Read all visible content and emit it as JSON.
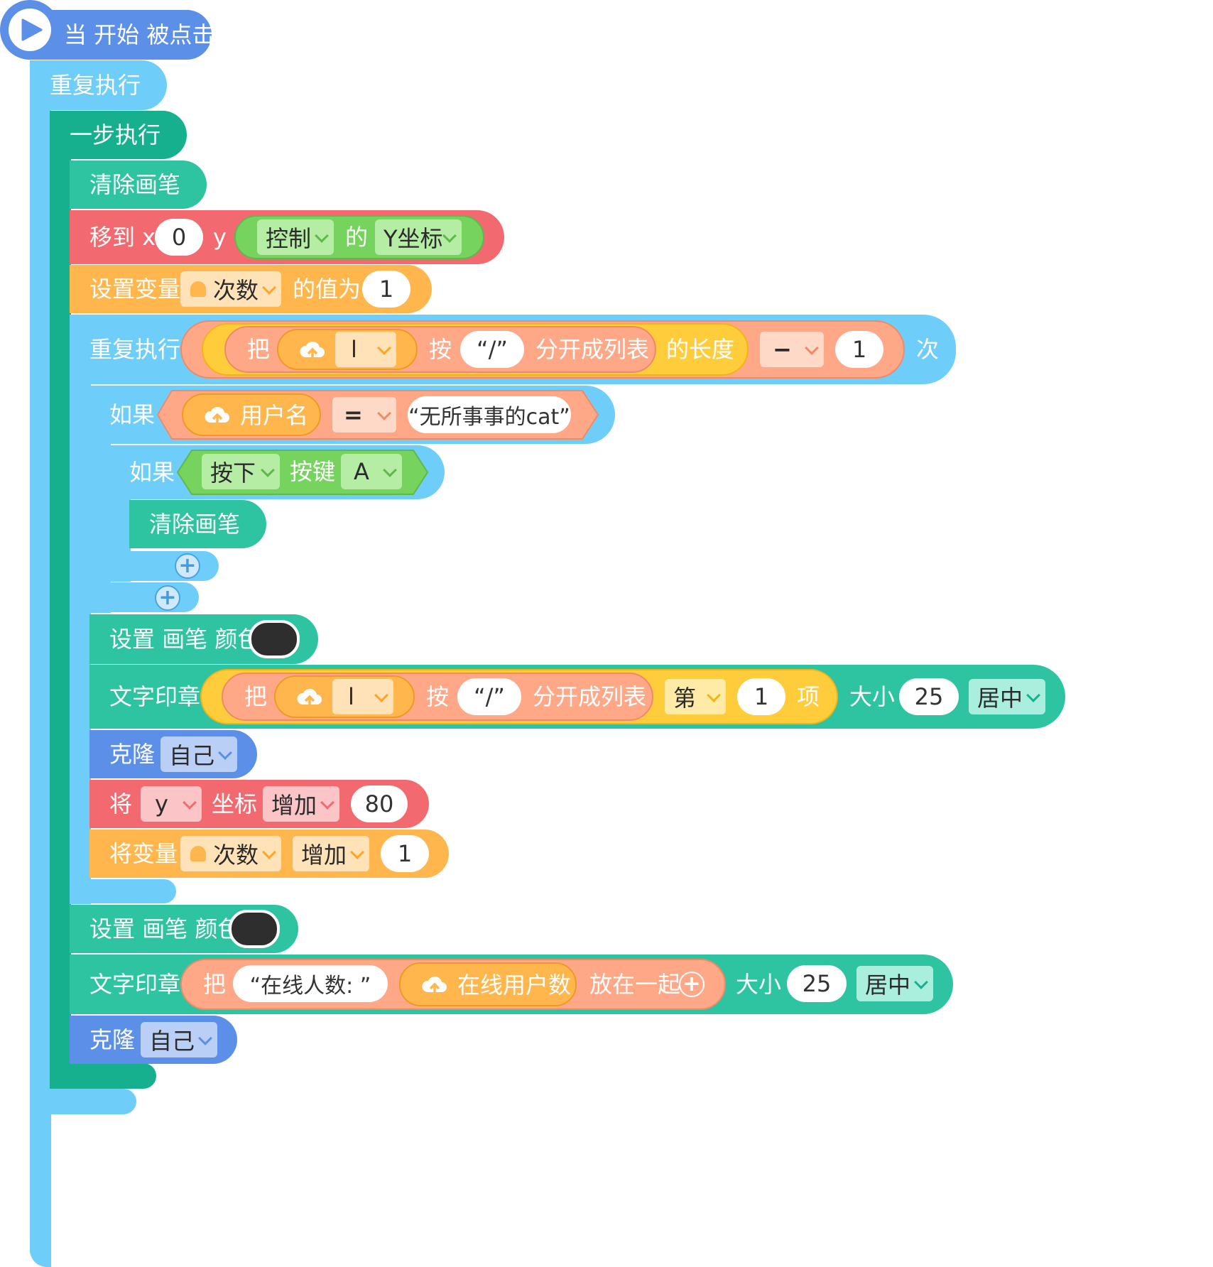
{
  "colors": {
    "event": "#5c8fe8",
    "loop": "#6fcdf9",
    "step": "#17b08f",
    "pen": "#2ec4a2",
    "motion": "#f26a6f",
    "data": "#ffb74d",
    "sensing_ctrl": "#76d35e",
    "ops": "#ffa888",
    "ops_yellow": "#ffcd3c"
  },
  "start": {
    "label": "当 开始 被点击",
    "icon": "play-icon"
  },
  "repeat_forever": {
    "label": "重复执行"
  },
  "step_exec": {
    "label": "一步执行"
  },
  "clear_pen_1": {
    "label": "清除画笔"
  },
  "move_to": {
    "label": "移到 x",
    "x": "0",
    "y_label": "y",
    "obj": "控制",
    "of": "的",
    "prop": "Y坐标"
  },
  "set_var": {
    "label": "设置变量",
    "var": "次数",
    "value_label": "的值为",
    "value": "1"
  },
  "repeat_n": {
    "label": "重复执行",
    "split_label": "把",
    "var": "l",
    "by": "按",
    "sep": "“/”",
    "split_tail": "分开成列表",
    "length": "的长度",
    "op": "−",
    "num": "1",
    "times": "次"
  },
  "if_outer": {
    "label": "如果",
    "var": "用户名",
    "op": "=",
    "text": "“无所事事的cat”"
  },
  "if_inner": {
    "label": "如果",
    "press": "按下",
    "key_label": "按键",
    "key": "A"
  },
  "clear_pen_2": {
    "label": "清除画笔"
  },
  "set_pen_color_1": {
    "label": "设置 画笔 颜色"
  },
  "stamp_1": {
    "label": "文字印章",
    "split_label": "把",
    "var": "l",
    "by": "按",
    "sep": "“/”",
    "split_tail": "分开成列表",
    "nth": "第",
    "index": "1",
    "item": "项",
    "size_label": "大小",
    "size": "25",
    "align": "居中"
  },
  "clone_1": {
    "label": "克隆",
    "target": "自己"
  },
  "change_coord": {
    "label": "将",
    "axis": "y",
    "coord": "坐标",
    "action": "增加",
    "value": "80"
  },
  "change_var": {
    "label": "将变量",
    "var": "次数",
    "action": "增加",
    "value": "1"
  },
  "set_pen_color_2": {
    "label": "设置 画笔 颜色"
  },
  "stamp_2": {
    "label": "文字印章",
    "join_label": "把",
    "text": "“在线人数: ”",
    "var": "在线用户数",
    "join": "放在一起",
    "size_label": "大小",
    "size": "25",
    "align": "居中"
  },
  "clone_2": {
    "label": "克隆",
    "target": "自己"
  }
}
